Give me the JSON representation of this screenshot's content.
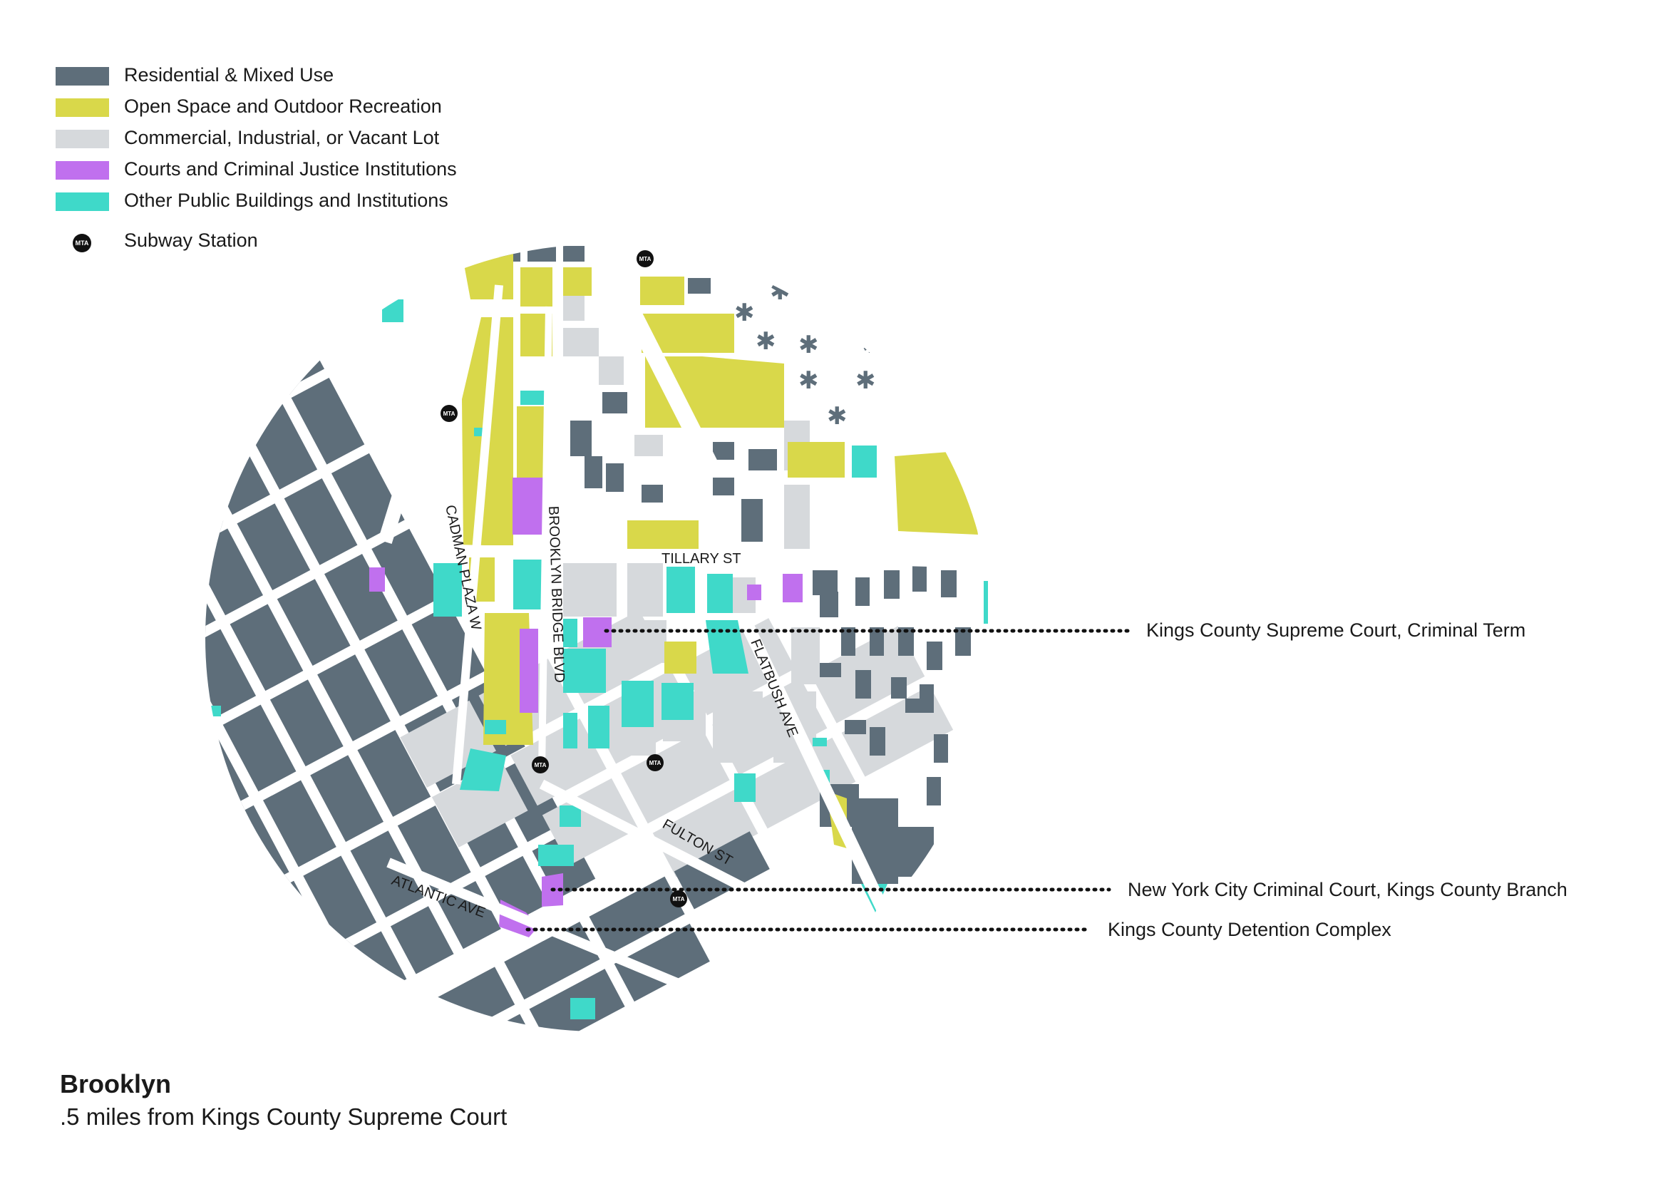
{
  "colors": {
    "residential": "#5e6e7a",
    "open_space": "#d9d84a",
    "commercial": "#d6d9dc",
    "courts": "#c070ee",
    "public": "#3fd9c9",
    "street": "#ffffff",
    "metro": "#111111"
  },
  "legend": {
    "items": [
      {
        "label": "Residential & Mixed Use",
        "color": "#5e6e7a"
      },
      {
        "label": "Open Space and Outdoor Recreation",
        "color": "#d9d84a"
      },
      {
        "label": "Commercial, Industrial, or Vacant Lot",
        "color": "#d6d9dc"
      },
      {
        "label": "Courts and Criminal Justice Institutions",
        "color": "#c070ee"
      },
      {
        "label": "Other Public Buildings and Institutions",
        "color": "#3fd9c9"
      }
    ],
    "subway_label": "Subway Station",
    "subway_icon": "subway-station-icon",
    "subway_glyph": "MTA"
  },
  "streets": {
    "tillary": "TILLARY ST",
    "cadman": "CADMAN PLAZA W",
    "brooklyn_bridge": "BROOKLYN BRIDGE BLVD",
    "flatbush": "FLATBUSH AVE",
    "fulton": "FULTON ST",
    "atlantic": "ATLANTIC AVE"
  },
  "callouts": {
    "supreme": "Kings County Supreme Court, Criminal Term",
    "criminal": "New York City Criminal Court, Kings County Branch",
    "detention": "Kings County Detention Complex"
  },
  "caption": {
    "title": "Brooklyn",
    "subtitle": ".5 miles from Kings County Supreme Court"
  }
}
